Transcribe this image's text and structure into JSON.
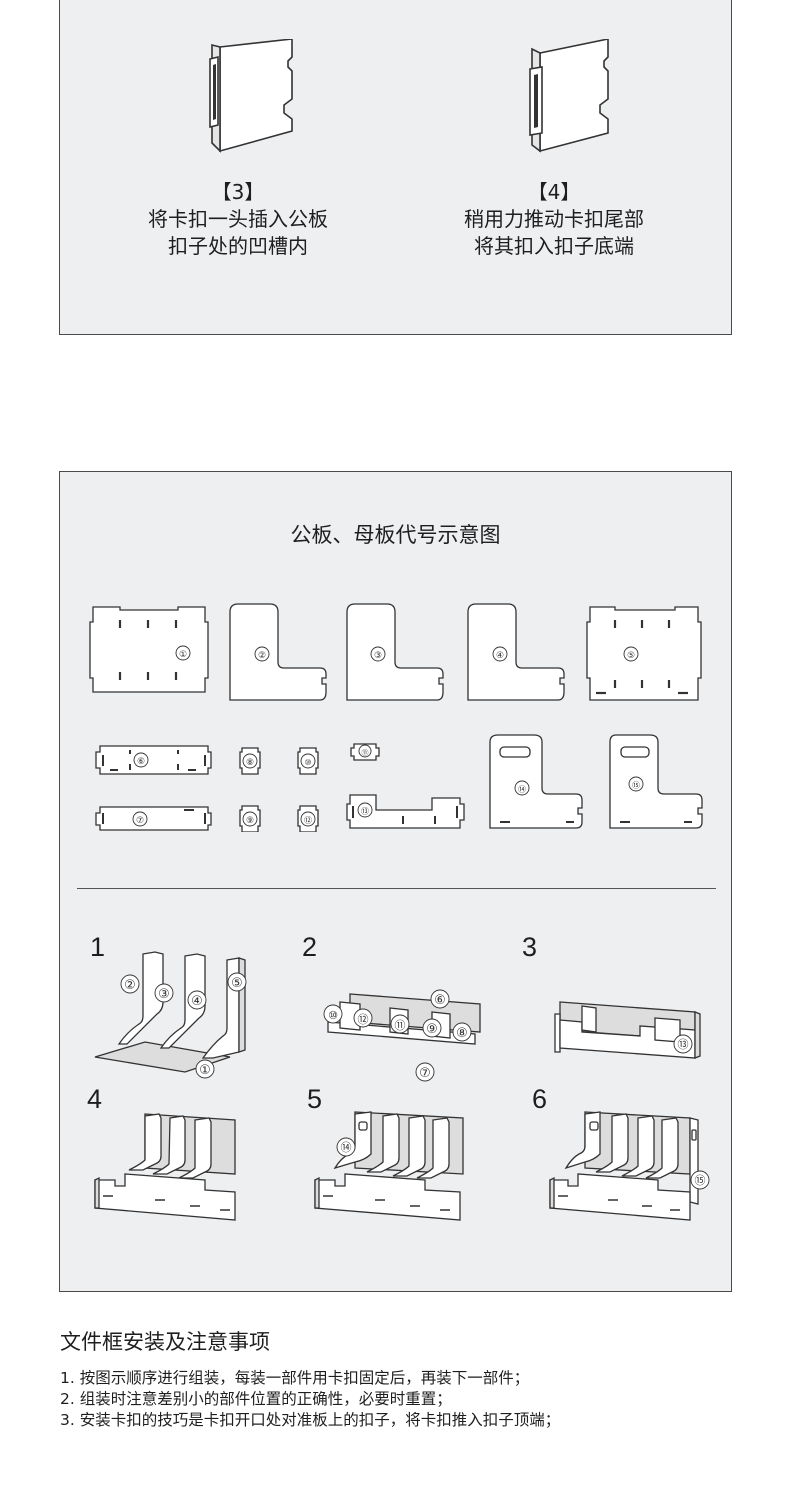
{
  "steps": [
    {
      "number": "【3】",
      "lines": [
        "将卡扣一头插入公板",
        "扣子处的凹槽内"
      ]
    },
    {
      "number": "【4】",
      "lines": [
        "稍用力推动卡扣尾部",
        "将其扣入扣子底端"
      ]
    }
  ],
  "diagram": {
    "title": "公板、母板代号示意图",
    "parts": [
      "①",
      "②",
      "③",
      "④",
      "⑤",
      "⑥",
      "⑦",
      "⑧",
      "⑨",
      "⑩",
      "⑪",
      "⑫",
      "⑬",
      "⑭",
      "⑮"
    ],
    "assembly_steps": [
      {
        "number": "1",
        "labels": [
          "②",
          "③",
          "④",
          "⑤",
          "①"
        ]
      },
      {
        "number": "2",
        "labels": [
          "⑥",
          "⑩",
          "⑫",
          "⑪",
          "⑨",
          "⑧",
          "⑦"
        ]
      },
      {
        "number": "3",
        "labels": [
          "⑬"
        ]
      },
      {
        "number": "4",
        "labels": []
      },
      {
        "number": "5",
        "labels": [
          "⑭"
        ]
      },
      {
        "number": "6",
        "labels": [
          "⑮"
        ]
      }
    ]
  },
  "notes": {
    "title": "文件框安装及注意事项",
    "items": [
      "1. 按图示顺序进行组装，每装一部件用卡扣固定后，再装下一部件；",
      "2. 组装时注意差别小的部件位置的正确性，必要时重置；",
      "3. 安装卡扣的技巧是卡扣开口处对准板上的扣子，将卡扣推入扣子顶端；"
    ]
  },
  "colors": {
    "panel_bg": "#eeeff1",
    "border": "#4a4a4a",
    "line": "#333333",
    "board": "#ffffff"
  }
}
